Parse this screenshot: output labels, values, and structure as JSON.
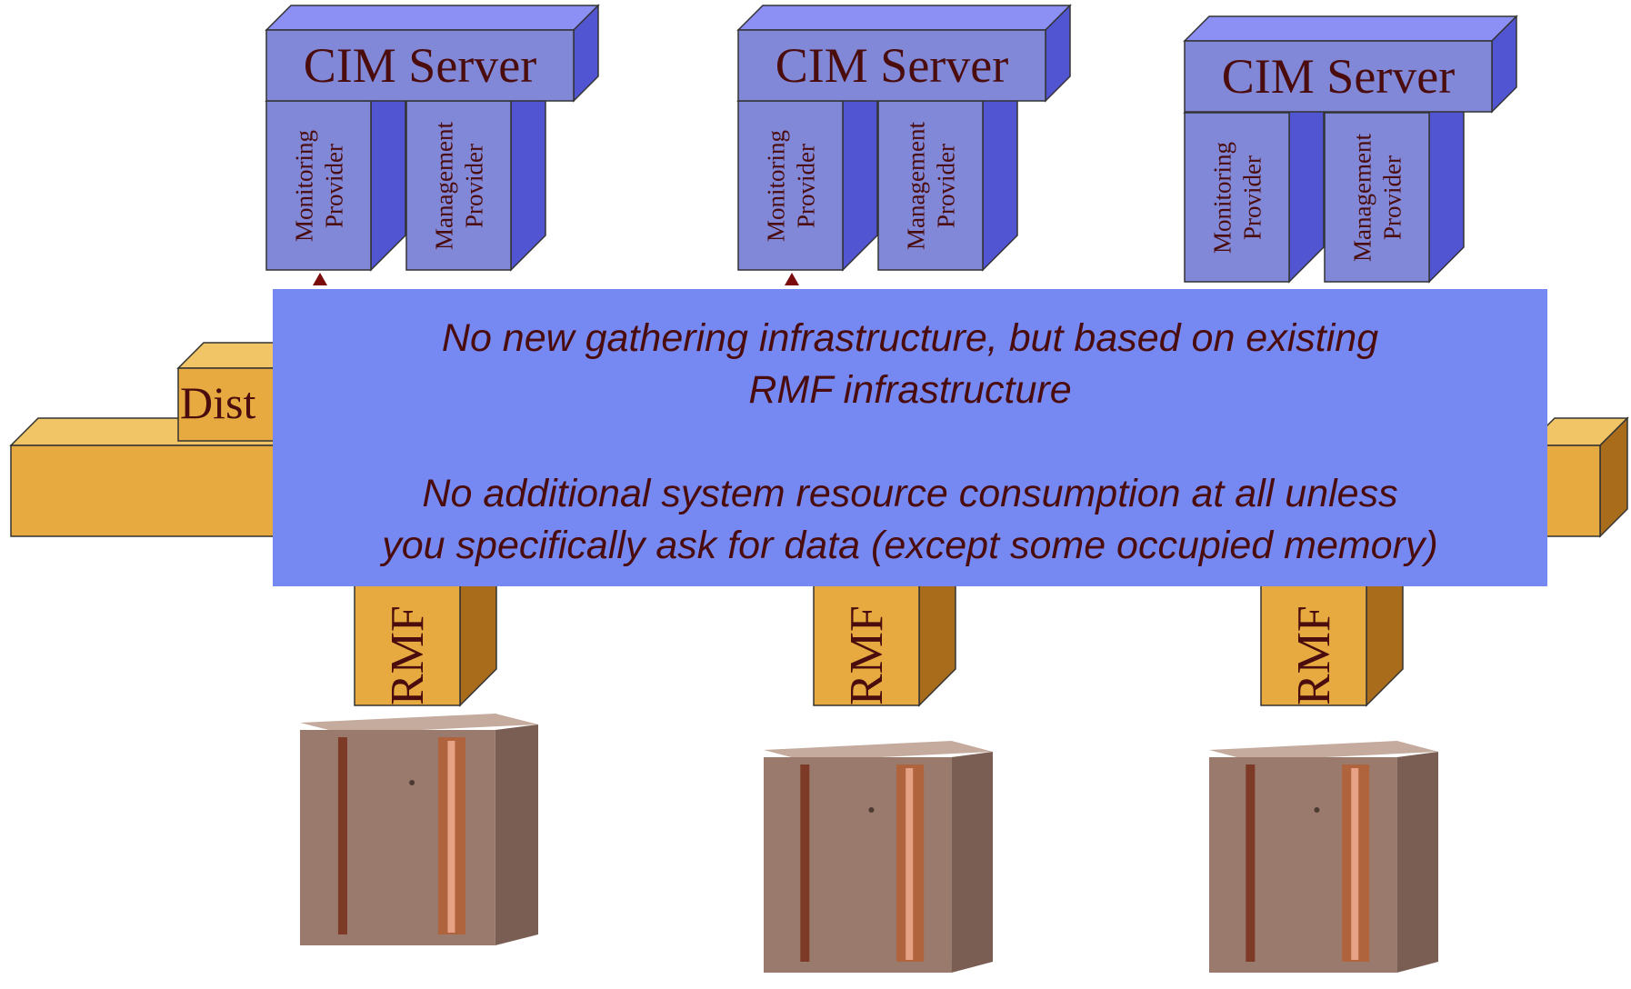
{
  "colors": {
    "cim_front": "#8288d8",
    "cim_top": "#8c90f4",
    "cim_side": "#5255d2",
    "provider_front": "#8288d8",
    "provider_side": "#5255d2",
    "gold_front": "#e6aa40",
    "gold_side": "#a86c1a",
    "gold_top": "#f1c566",
    "overlay": "#7689f3",
    "text": "#4a0c0c",
    "arrow": "#7a0c0c"
  },
  "systems": [
    {
      "cim_title": "CIM Server",
      "monitoring_provider": "Monitoring\nProvider",
      "management_provider": "Management\nProvider",
      "rmf_label": "RMF",
      "mainframe_icon": "mainframe-server-icon"
    },
    {
      "cim_title": "CIM Server",
      "monitoring_provider": "Monitoring\nProvider",
      "management_provider": "Management\nProvider",
      "rmf_label": "RMF",
      "mainframe_icon": "mainframe-server-icon"
    },
    {
      "cim_title": "CIM Server",
      "monitoring_provider": "Monitoring\nProvider",
      "management_provider": "Management\nProvider",
      "rmf_label": "RMF",
      "mainframe_icon": "mainframe-server-icon"
    }
  ],
  "distributed_label": "Dist",
  "overlay": {
    "line1": "No new gathering infrastructure, but based on existing",
    "line2": "RMF infrastructure",
    "line3": "No additional system resource consumption at all unless",
    "line4": "you specifically ask for data (except some occupied memory)"
  }
}
